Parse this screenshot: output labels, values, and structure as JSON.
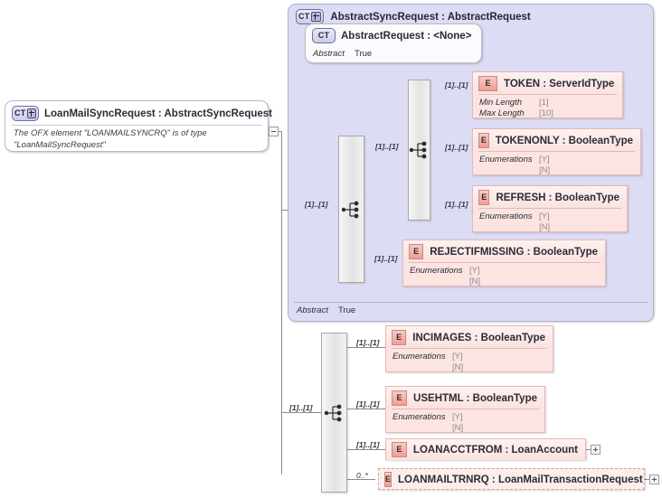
{
  "diagram": {
    "kind": "xsd-schema-diagram",
    "colors": {
      "container_fill": "#dcdcf4",
      "element_fill": "#fbe4e2",
      "element_icon": "#f09d95",
      "complextype_icon": "#ccccea",
      "connector": "#8a8a8a"
    }
  },
  "root": {
    "icon": "complextype-plus-icon",
    "title": "LoanMailSyncRequest : AbstractSyncRequest",
    "annotation_line1": "The OFX element \"LOANMAILSYNCRQ\" is of type",
    "annotation_line2": "\"LoanMailSyncRequest\"",
    "expander": "minus-expander-icon"
  },
  "container": {
    "icon": "complextype-plus-icon",
    "title": "AbstractSyncRequest : AbstractRequest",
    "footer": {
      "name": "Abstract",
      "value": "True"
    },
    "inner_type": {
      "icon": "complextype-icon",
      "title": "AbstractRequest : <None>",
      "facet": {
        "name": "Abstract",
        "value": "True"
      }
    },
    "sequence_outer": {
      "icon": "sequence-icon",
      "cardinality": "[1]..[1]"
    },
    "sequence_inner": {
      "icon": "sequence-icon",
      "cardinality": "[1]..[1]"
    },
    "elements": [
      {
        "icon": "element-icon",
        "title": "TOKEN : ServerIdType",
        "cardinality": "[1]..[1]",
        "facets": [
          {
            "name": "Min Length",
            "values": [
              "[1]"
            ]
          },
          {
            "name": "Max Length",
            "values": [
              "[10]"
            ]
          }
        ]
      },
      {
        "icon": "element-icon",
        "title": "TOKENONLY : BooleanType",
        "cardinality": "[1]..[1]",
        "facets": [
          {
            "name": "Enumerations",
            "values": [
              "[Y]",
              "[N]"
            ]
          }
        ]
      },
      {
        "icon": "element-icon",
        "title": "REFRESH : BooleanType",
        "cardinality": "[1]..[1]",
        "facets": [
          {
            "name": "Enumerations",
            "values": [
              "[Y]",
              "[N]"
            ]
          }
        ]
      },
      {
        "icon": "element-icon",
        "title": "REJECTIFMISSING : BooleanType",
        "cardinality": "[1]..[1]",
        "facets": [
          {
            "name": "Enumerations",
            "values": [
              "[Y]",
              "[N]"
            ]
          }
        ]
      }
    ]
  },
  "bottom": {
    "sequence": {
      "icon": "sequence-icon",
      "cardinality": "[1]..[1]"
    },
    "elements": [
      {
        "icon": "element-icon",
        "title": "INCIMAGES : BooleanType",
        "cardinality": "[1]..[1]",
        "facets": [
          {
            "name": "Enumerations",
            "values": [
              "[Y]",
              "[N]"
            ]
          }
        ],
        "expander": null,
        "optional": false
      },
      {
        "icon": "element-icon",
        "title": "USEHTML : BooleanType",
        "cardinality": "[1]..[1]",
        "facets": [
          {
            "name": "Enumerations",
            "values": [
              "[Y]",
              "[N]"
            ]
          }
        ],
        "expander": null,
        "optional": false
      },
      {
        "icon": "element-icon",
        "title": "LOANACCTFROM : LoanAccount",
        "cardinality": "[1]..[1]",
        "facets": [],
        "expander": "plus-expander-icon",
        "optional": false
      },
      {
        "icon": "element-icon",
        "title": "LOANMAILTRNRQ : LoanMailTransactionRequest",
        "cardinality": "0..*",
        "facets": [],
        "expander": "plus-expander-icon",
        "optional": true
      }
    ]
  }
}
